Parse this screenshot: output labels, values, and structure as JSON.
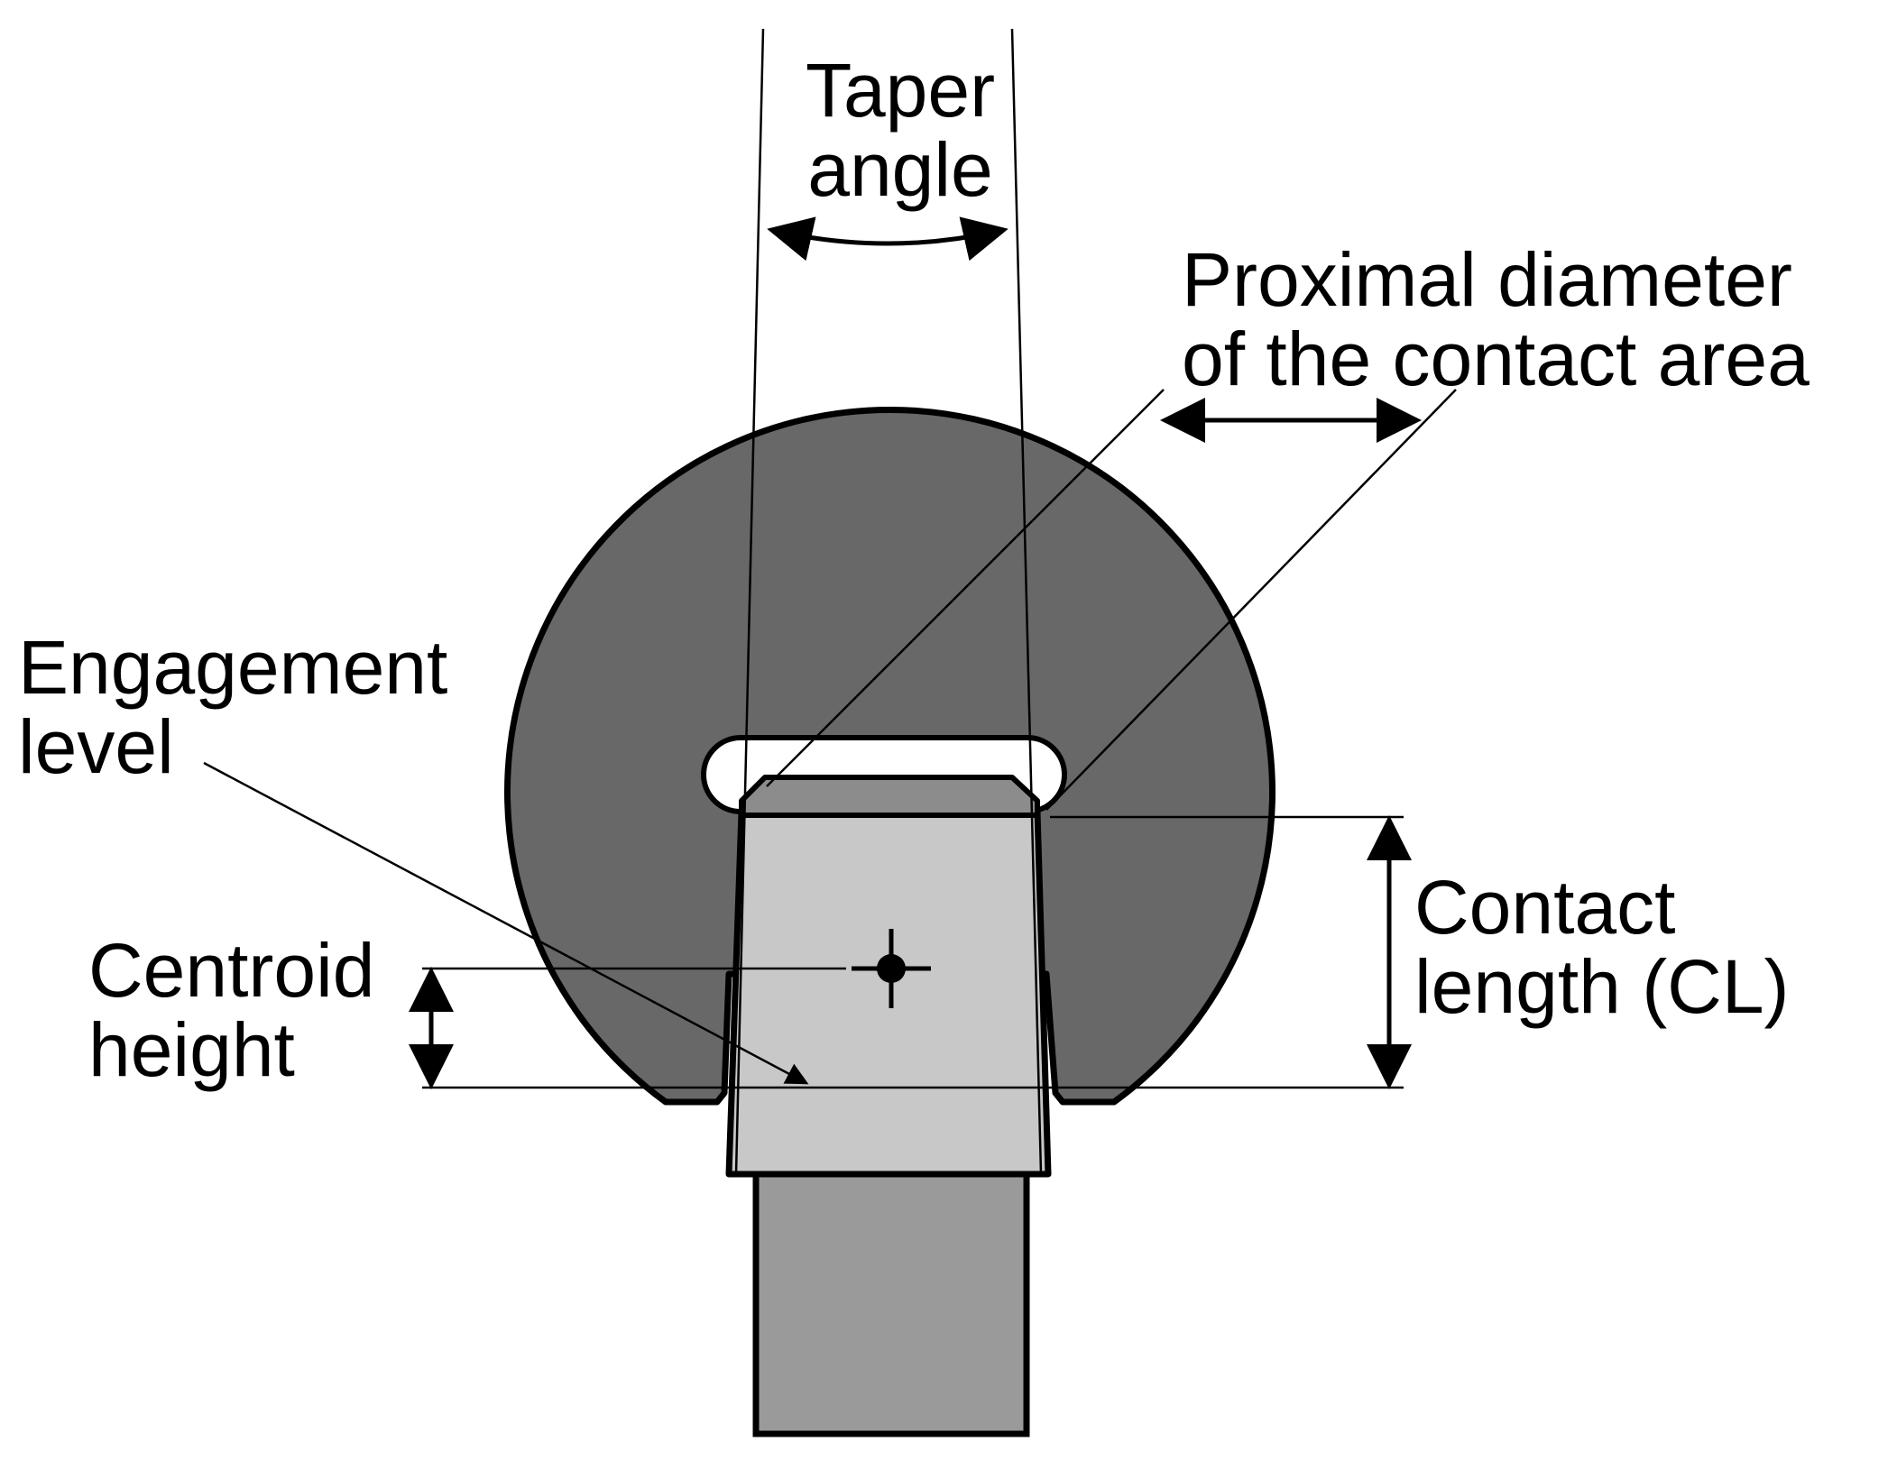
{
  "labels": {
    "taper_angle": [
      "Taper",
      "angle"
    ],
    "proximal_diameter": [
      "Proximal diameter",
      "of the contact area"
    ],
    "engagement_level": [
      "Engagement",
      "level"
    ],
    "centroid_height": [
      "Centroid",
      "height"
    ],
    "contact_length": [
      "Contact",
      "length (CL)"
    ]
  },
  "colors": {
    "head_fill": "#686868",
    "taper_fill": "#c8c8c8",
    "trunnion_top_fill": "#8c8c8c",
    "neck_fill": "#9a9a9a",
    "stroke": "#000000",
    "background": "#ffffff"
  }
}
